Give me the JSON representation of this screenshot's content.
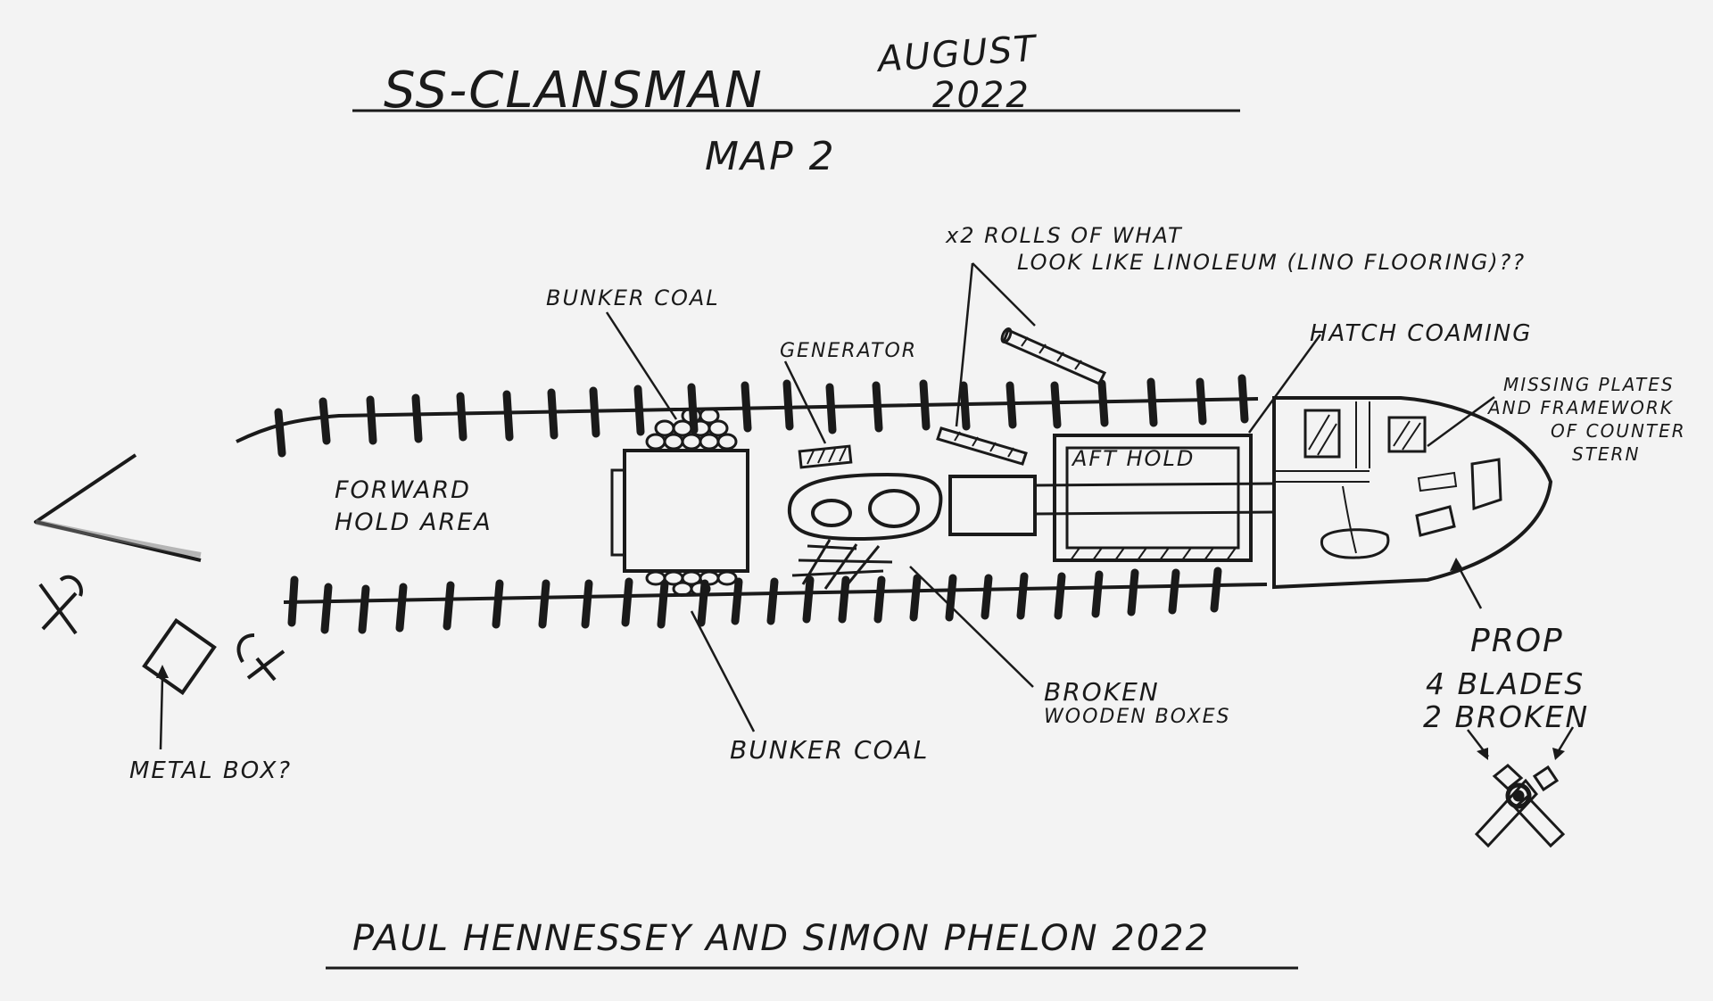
{
  "header": {
    "title": "SS-CLANSMAN",
    "date_month": "AUGUST",
    "date_year": "2022",
    "subtitle": "MAP 2"
  },
  "labels": {
    "rolls_line1": "x2 ROLLS OF WHAT",
    "rolls_line2": "LOOK LIKE LINOLEUM (LINO FLOORING)??",
    "bunker_coal_top": "BUNKER COAL",
    "generator": "GENERATOR",
    "hatch_coaming": "HATCH COAMING",
    "missing_line1": "MISSING PLATES",
    "missing_line2": "AND FRAMEWORK",
    "missing_line3": "OF COUNTER",
    "missing_line4": "STERN",
    "forward_line1": "FORWARD",
    "forward_line2": "HOLD AREA",
    "aft_hold": "AFT HOLD",
    "prop_line1": "PROP",
    "prop_line2": "4 BLADES",
    "prop_line3": "2 BROKEN",
    "broken_line1": "BROKEN",
    "broken_line2": "WOODEN BOXES",
    "bunker_coal_bottom": "BUNKER COAL",
    "metal_box": "METAL BOX?"
  },
  "footer": {
    "credits": "PAUL HENNESSEY AND SIMON PHELON 2022"
  },
  "colors": {
    "ink": "#1a1a1a",
    "paper": "#f3f3f3"
  }
}
